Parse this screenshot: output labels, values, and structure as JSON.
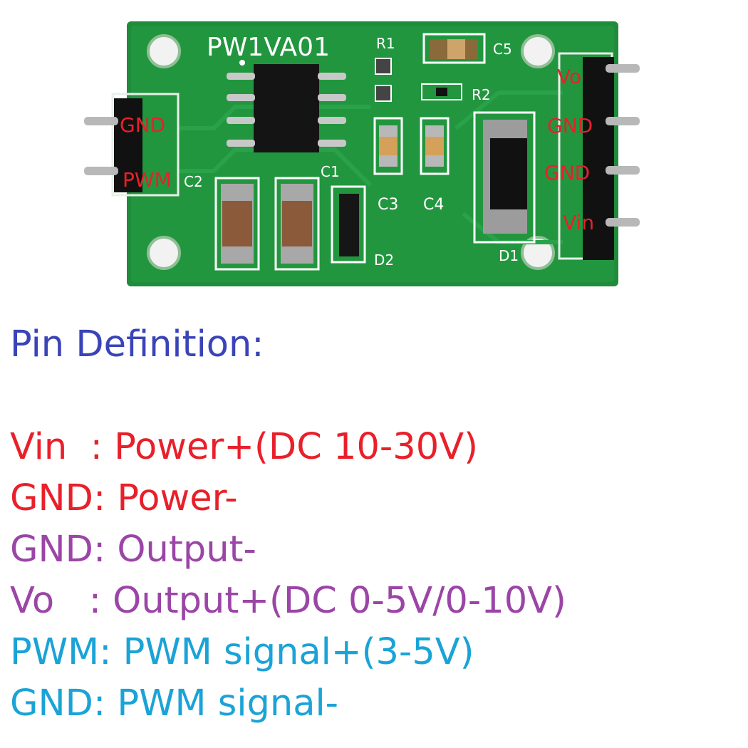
{
  "board": {
    "model_label": "PW1VA01",
    "component_labels": {
      "r1": "R1",
      "r2": "R2",
      "c1": "C1",
      "c2": "C2",
      "c3": "C3",
      "c4": "C4",
      "c5": "C5",
      "d1": "D1",
      "d2": "D2"
    },
    "left_pins": [
      "GND",
      "PWM"
    ],
    "right_pins": [
      "Vo",
      "GND",
      "GND",
      "Vin"
    ],
    "colors": {
      "pcb": "#1e8c3a",
      "pin_label": "#e8202a",
      "silkscreen": "#ffffff"
    }
  },
  "definitions": {
    "title": "Pin Definition:",
    "rows": [
      {
        "pin": "Vin  ",
        "sep": ": ",
        "desc": "Power+(DC 10-30V)",
        "color": "#e8202a"
      },
      {
        "pin": "GND",
        "sep": ": ",
        "desc": "Power-",
        "color": "#e8202a"
      },
      {
        "pin": "GND",
        "sep": ": ",
        "desc": "Output-",
        "color": "#9b45a6"
      },
      {
        "pin": "Vo   ",
        "sep": ": ",
        "desc": "Output+(DC 0-5V/0-10V)",
        "color": "#9b45a6"
      },
      {
        "pin": "PWM",
        "sep": ": ",
        "desc": "PWM signal+(3-5V)",
        "color": "#1aa3d6"
      },
      {
        "pin": "GND",
        "sep": ": ",
        "desc": "PWM signal-",
        "color": "#1aa3d6"
      }
    ]
  }
}
